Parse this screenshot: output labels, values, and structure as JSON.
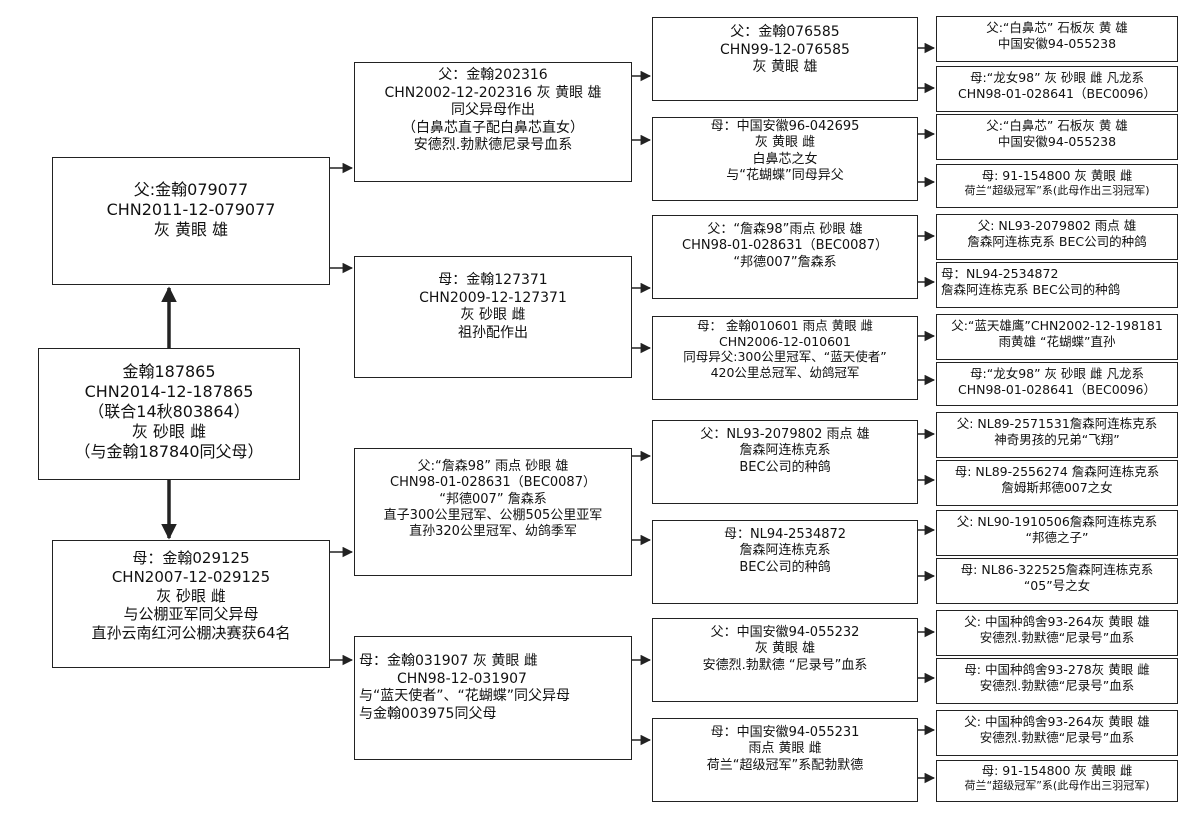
{
  "subject": {
    "line1": "金翰187865",
    "line2": "CHN2014-12-187865",
    "line3": "（联合14秋803864）",
    "line4": "灰  砂眼  雌",
    "line5": "（与金翰187840同父母）"
  },
  "sire": {
    "line1": "父:金翰079077",
    "line2": "CHN2011-12-079077",
    "line3": "灰  黄眼  雄"
  },
  "dam": {
    "line1": "母：金翰029125",
    "line2": "CHN2007-12-029125",
    "line3": "灰  砂眼  雌",
    "line4": "与公棚亚军同父异母",
    "line5": "直孙云南红河公棚决赛获64名"
  },
  "ss": {
    "line1": "父：金翰202316",
    "line2": "CHN2002-12-202316  灰  黄眼  雄",
    "line3": "同父异母作出",
    "line4": "（白鼻芯直子配白鼻芯直女）",
    "line5": "安德烈.勃默德尼录号血系"
  },
  "sd": {
    "line1": "母：金翰127371",
    "line2": "CHN2009-12-127371",
    "line3": "灰  砂眼  雌",
    "line4": "祖孙配作出"
  },
  "ds": {
    "line1": "父:“詹森98” 雨点  砂眼  雄",
    "line2": "CHN98-01-028631（BEC0087）",
    "line3": "“邦德007”  詹森系",
    "line4": "直子300公里冠军、公棚505公里亚军",
    "line5": "直孙320公里冠军、幼鸽季军"
  },
  "dd": {
    "line1": "母：金翰031907   灰  黄眼  雌",
    "line2": "CHN98-12-031907",
    "line3": "与“蓝天使者”、“花蝴蝶”同父异母",
    "line4": "与金翰003975同父母"
  },
  "sss": {
    "line1": "父：金翰076585",
    "line2": "CHN99-12-076585",
    "line3": "灰  黄眼  雄"
  },
  "ssd": {
    "line1": "母：中国安徽96-042695",
    "line2": "灰  黄眼  雌",
    "line3": "白鼻芯之女",
    "line4": "与“花蝴蝶”同母异父"
  },
  "sds": {
    "line1": "父：“詹森98”雨点 砂眼 雄",
    "line2": "CHN98-01-028631（BEC0087）",
    "line3": "“邦德007”詹森系"
  },
  "sdd": {
    "line1": "母：  金翰010601 雨点 黄眼 雌",
    "line2": "CHN2006-12-010601",
    "line3": "同母异父:300公里冠军、“蓝天使者”",
    "line4": "420公里总冠军、幼鸽冠军"
  },
  "dss": {
    "line1": "父：NL93-2079802 雨点 雄",
    "line2": "詹森阿连栋克系",
    "line3": "BEC公司的种鸽"
  },
  "dsd": {
    "line1": "母：NL94-2534872",
    "line2": "詹森阿连栋克系",
    "line3": "BEC公司的种鸽"
  },
  "dds": {
    "line1": "父：中国安徽94-055232",
    "line2": "灰  黄眼  雄",
    "line3": "安德烈.勃默德 “尼录号”血系"
  },
  "ddd": {
    "line1": "母：中国安徽94-055231",
    "line2": "雨点  黄眼  雌",
    "line3": "荷兰“超级冠军”系配勃默德"
  },
  "g1": {
    "line1": "父:“白鼻芯”  石板灰 黄 雄",
    "line2": "中国安徽94-055238"
  },
  "g2": {
    "line1": "母:“龙女98” 灰 砂眼 雌 凡龙系",
    "line2": "CHN98-01-028641（BEC0096）"
  },
  "g3": {
    "line1": "父:“白鼻芯”  石板灰 黄 雄",
    "line2": "中国安徽94-055238"
  },
  "g4": {
    "line1": "母: 91-154800 灰 黄眼 雌",
    "line2": "荷兰“超级冠军”系(此母作出三羽冠军)"
  },
  "g5": {
    "line1": "父: NL93-2079802 雨点 雄",
    "line2": "詹森阿连栋克系 BEC公司的种鸽"
  },
  "g6": {
    "line1": "母：NL94-2534872",
    "line2": "詹森阿连栋克系 BEC公司的种鸽"
  },
  "g7": {
    "line1": "父:“蓝天雄鹰”CHN2002-12-198181",
    "line2": "雨黄雄  “花蝴蝶”直孙"
  },
  "g8": {
    "line1": "母:“龙女98” 灰 砂眼 雌 凡龙系",
    "line2": "CHN98-01-028641（BEC0096）"
  },
  "g9": {
    "line1": "父: NL89-2571531詹森阿连栋克系",
    "line2": "神奇男孩的兄弟“飞翔”"
  },
  "g10": {
    "line1": "母: NL89-2556274 詹森阿连栋克系",
    "line2": "詹姆斯邦德007之女"
  },
  "g11": {
    "line1": "父: NL90-1910506詹森阿连栋克系",
    "line2": "“邦德之子”"
  },
  "g12": {
    "line1": "母: NL86-322525詹森阿连栋克系",
    "line2": "“05”号之女"
  },
  "g13": {
    "line1": "父: 中国种鸽舍93-264灰 黄眼 雄",
    "line2": "安德烈.勃默德“尼录号”血系"
  },
  "g14": {
    "line1": "母: 中国种鸽舍93-278灰 黄眼 雌",
    "line2": "安德烈.勃默德“尼录号”血系"
  },
  "g15": {
    "line1": "父: 中国种鸽舍93-264灰 黄眼 雄",
    "line2": "安德烈.勃默德“尼录号”血系"
  },
  "g16": {
    "line1": "母: 91-154800 灰 黄眼 雌",
    "line2": "荷兰“超级冠军”系(此母作出三羽冠军)"
  }
}
